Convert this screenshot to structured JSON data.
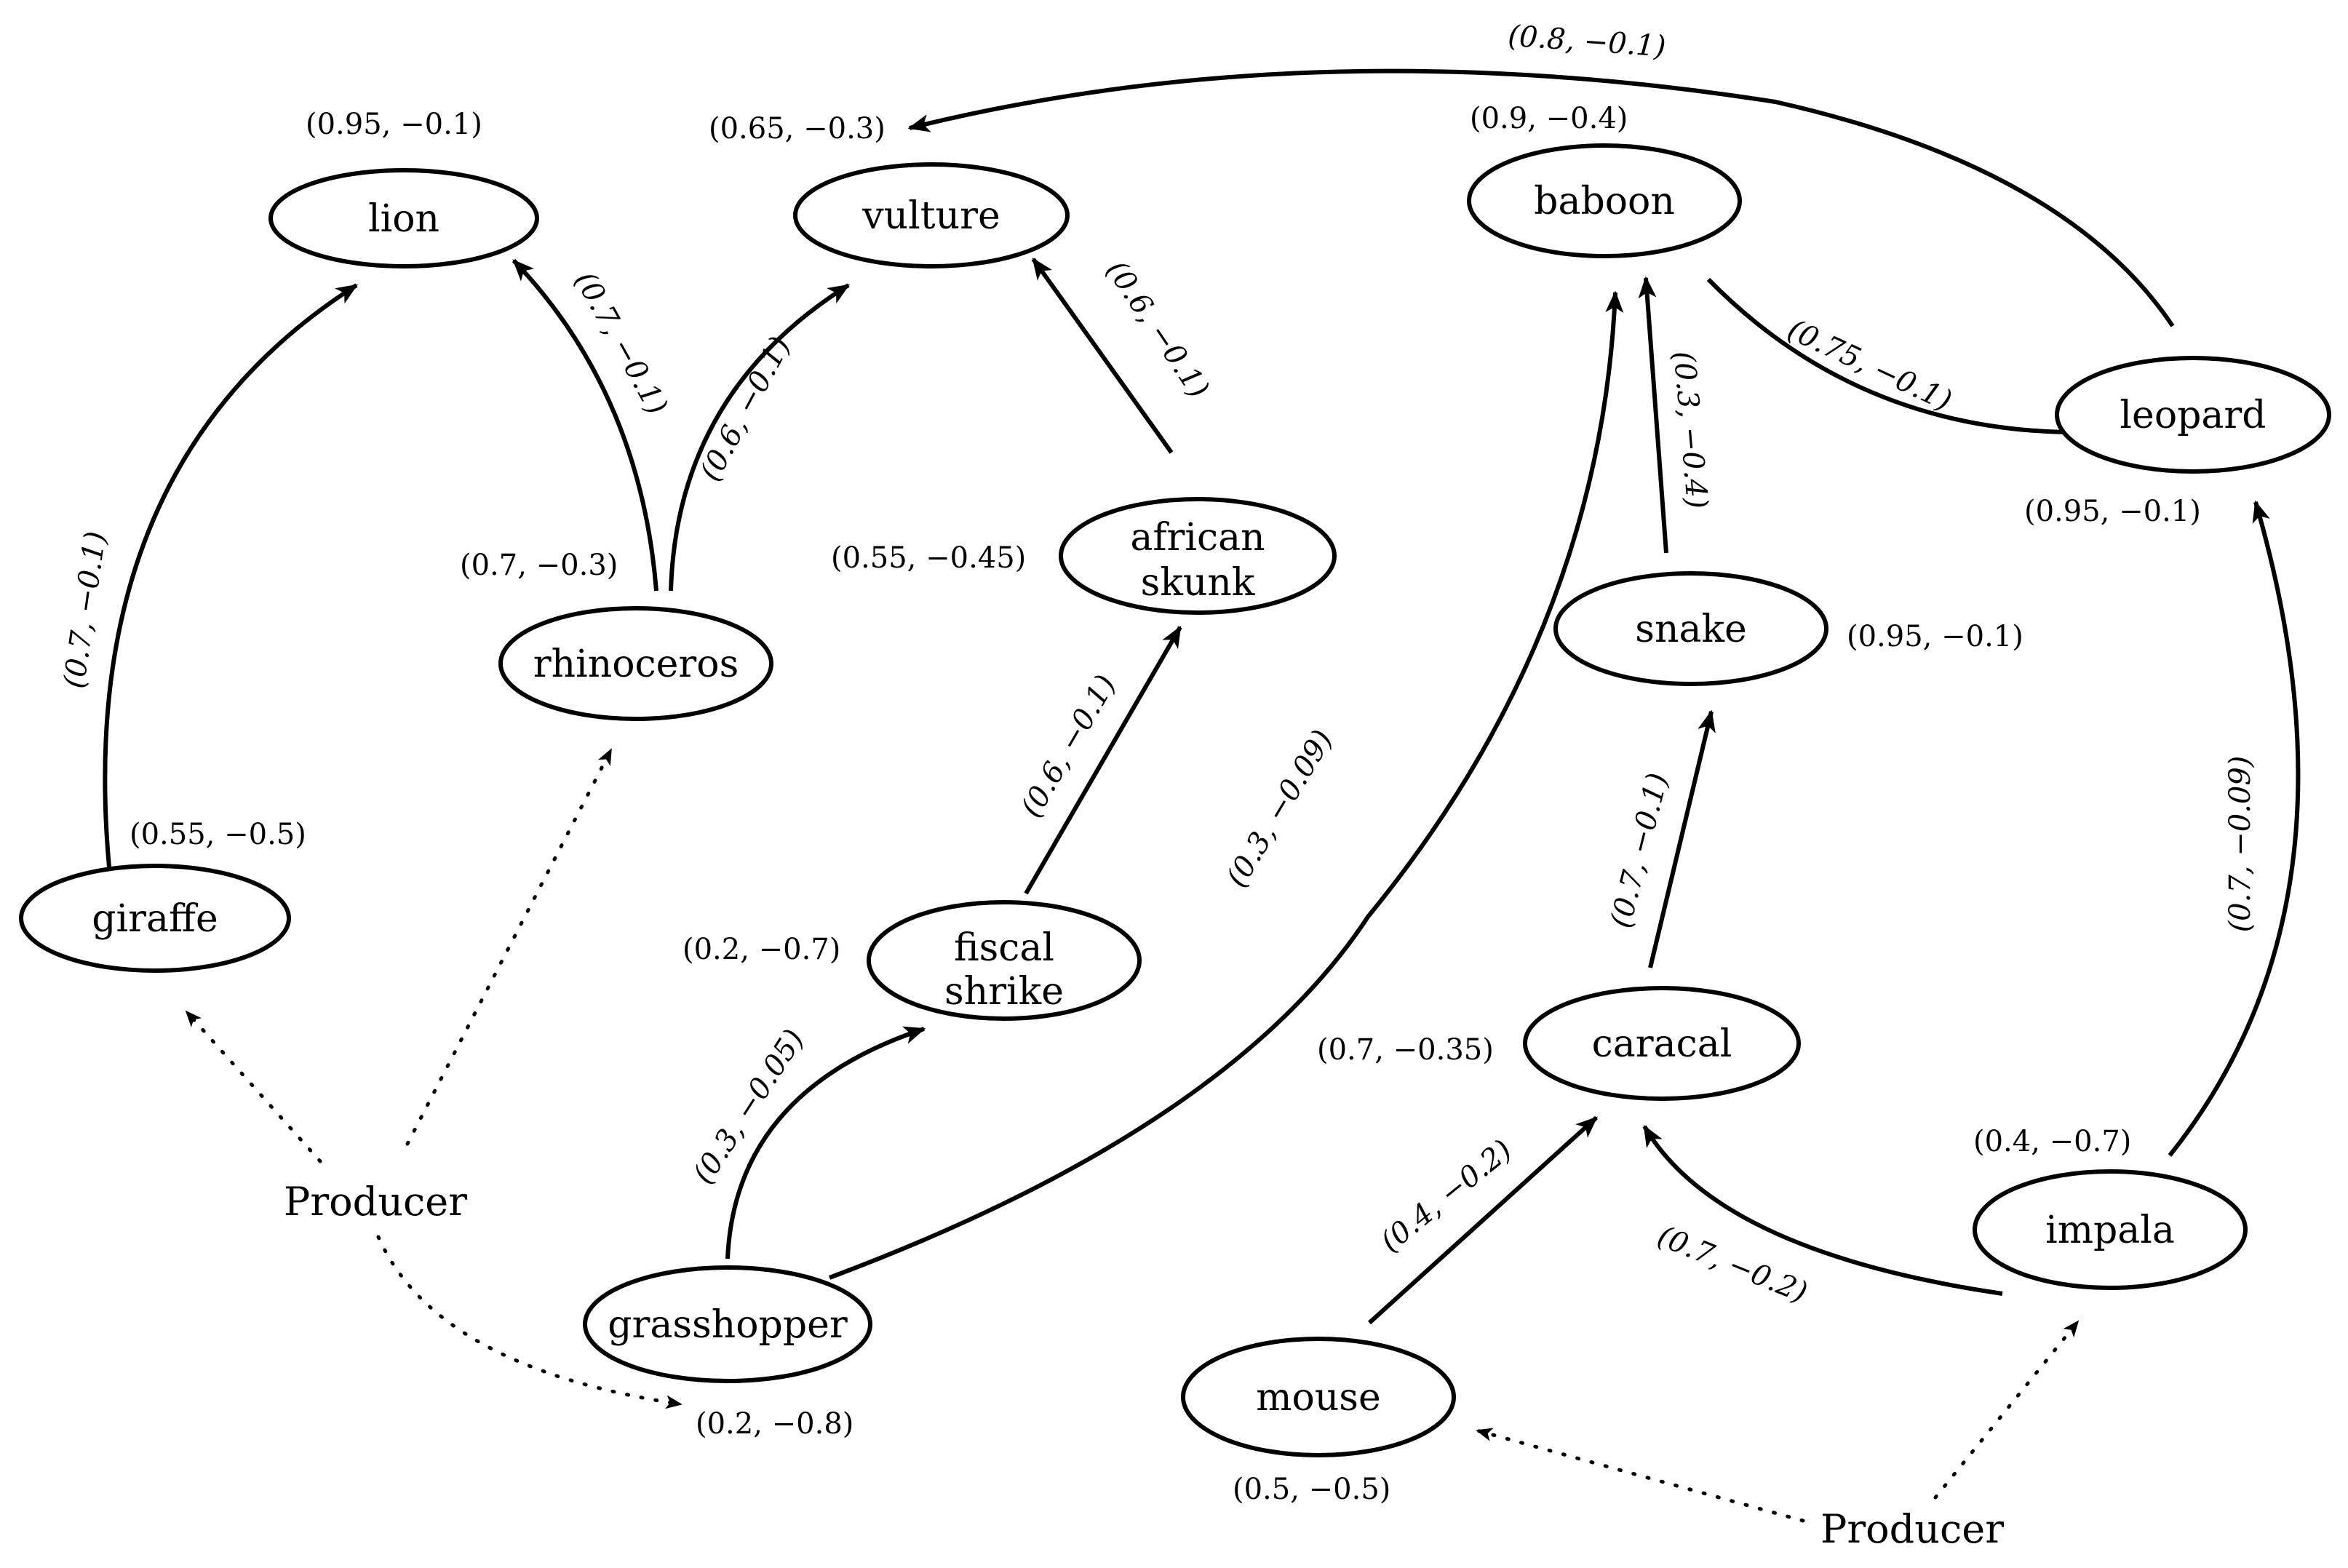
{
  "nodes": {
    "lion": {
      "label": [
        "lion"
      ],
      "value": "(0.95, −0.1)"
    },
    "vulture": {
      "label": [
        "vulture"
      ],
      "value": "(0.65, −0.3)"
    },
    "rhinoceros": {
      "label": [
        "rhinoceros"
      ],
      "value": "(0.7, −0.3)"
    },
    "giraffe": {
      "label": [
        "giraffe"
      ],
      "value": "(0.55, −0.5)"
    },
    "african_skunk": {
      "label": [
        "african",
        "skunk"
      ],
      "value": "(0.55, −0.45)"
    },
    "fiscal_shrike": {
      "label": [
        "fiscal",
        "shrike"
      ],
      "value": "(0.2, −0.7)"
    },
    "grasshopper": {
      "label": [
        "grasshopper"
      ],
      "value": "(0.2, −0.8)"
    },
    "baboon": {
      "label": [
        "baboon"
      ],
      "value": "(0.9, −0.4)"
    },
    "leopard": {
      "label": [
        "leopard"
      ],
      "value": "(0.95, −0.1)"
    },
    "snake": {
      "label": [
        "snake"
      ],
      "value": "(0.95, −0.1)"
    },
    "caracal": {
      "label": [
        "caracal"
      ],
      "value": "(0.7, −0.35)"
    },
    "impala": {
      "label": [
        "impala"
      ],
      "value": "(0.4, −0.7)"
    },
    "mouse": {
      "label": [
        "mouse"
      ],
      "value": "(0.5, −0.5)"
    }
  },
  "producers": [
    "Producer",
    "Producer"
  ],
  "edges": [
    {
      "from": "giraffe",
      "to": "lion",
      "label": "(0.7, −0.1)"
    },
    {
      "from": "rhinoceros",
      "to": "lion",
      "label": "(0.7, −0.1)"
    },
    {
      "from": "rhinoceros",
      "to": "vulture",
      "label": "(0.6, −0.1)"
    },
    {
      "from": "african_skunk",
      "to": "vulture",
      "label": "(0.6, −0.1)"
    },
    {
      "from": "fiscal_shrike",
      "to": "african_skunk",
      "label": "(0.6, −0.1)"
    },
    {
      "from": "grasshopper",
      "to": "fiscal_shrike",
      "label": "(0.3, −0.05)"
    },
    {
      "from": "grasshopper",
      "to": "baboon",
      "label": "(0.3, −0.09)"
    },
    {
      "from": "leopard",
      "to": "vulture",
      "label": "(0.8, −0.1)"
    },
    {
      "from": "baboon",
      "to": "leopard",
      "label": "(0.75, −0.1)"
    },
    {
      "from": "snake",
      "to": "baboon",
      "label": "(0.3, −0.4)"
    },
    {
      "from": "caracal",
      "to": "snake",
      "label": "(0.7, −0.1)"
    },
    {
      "from": "mouse",
      "to": "caracal",
      "label": "(0.4, −0.2)"
    },
    {
      "from": "impala",
      "to": "caracal",
      "label": "(0.7, −0.2)"
    },
    {
      "from": "impala",
      "to": "leopard",
      "label": "(0.7, −0.09)"
    }
  ],
  "producer_links": [
    {
      "from": "producer_left",
      "to": "giraffe"
    },
    {
      "from": "producer_left",
      "to": "rhinoceros"
    },
    {
      "from": "producer_left",
      "to": "grasshopper"
    },
    {
      "from": "producer_right",
      "to": "mouse"
    },
    {
      "from": "producer_right",
      "to": "impala"
    }
  ]
}
